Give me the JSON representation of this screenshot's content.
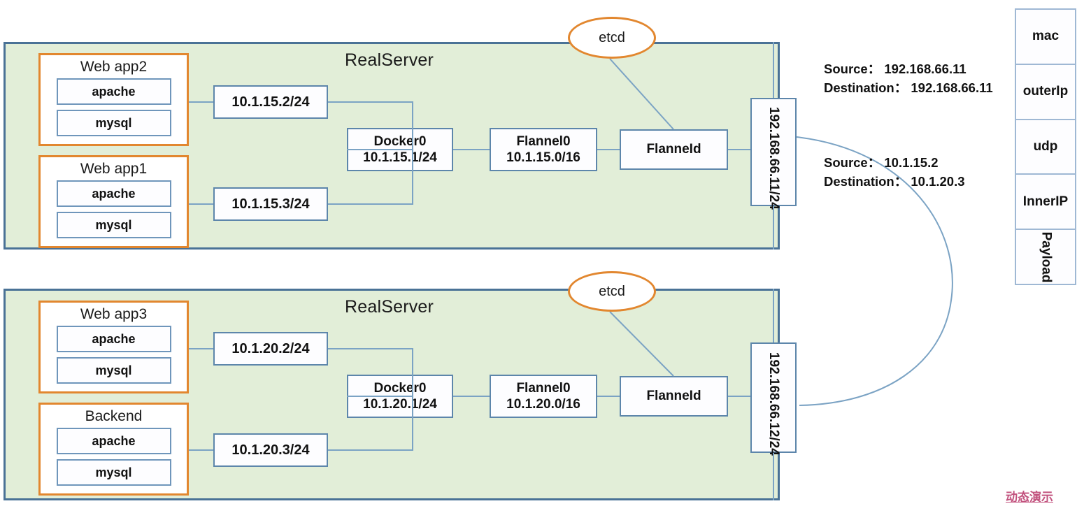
{
  "diagram": {
    "title": "Flannel UDP overlay network between two RealServers",
    "colors": {
      "panel_fill": "#e2eed8",
      "panel_border": "#4a7296",
      "pod_border": "#e2872f",
      "node_border": "#5d86ab",
      "line": "#7ba3c4",
      "watermark": "#c2527e"
    }
  },
  "servers": [
    {
      "id": "server-top",
      "title": "RealServer",
      "pods": [
        {
          "title": "Web app2",
          "services": [
            "apache",
            "mysql"
          ]
        },
        {
          "title": "Web app1",
          "services": [
            "apache",
            "mysql"
          ]
        }
      ],
      "container_ips": [
        "10.1.15.2/24",
        "10.1.15.3/24"
      ],
      "docker": {
        "name": "Docker0",
        "cidr": "10.1.15.1/24"
      },
      "flannel": {
        "name": "Flannel0",
        "cidr": "10.1.15.0/16"
      },
      "flanneld": {
        "name": "FlanneId"
      },
      "host_ip": "192.168.66.11/24",
      "etcd": "etcd"
    },
    {
      "id": "server-bottom",
      "title": "RealServer",
      "pods": [
        {
          "title": "Web app3",
          "services": [
            "apache",
            "mysql"
          ]
        },
        {
          "title": "Backend",
          "services": [
            "apache",
            "mysql"
          ]
        }
      ],
      "container_ips": [
        "10.1.20.2/24",
        "10.1.20.3/24"
      ],
      "docker": {
        "name": "Docker0",
        "cidr": "10.1.20.1/24"
      },
      "flannel": {
        "name": "Flannel0",
        "cidr": "10.1.20.0/16"
      },
      "flanneld": {
        "name": "FlanneId"
      },
      "host_ip": "192.168.66.12/24",
      "etcd": "etcd"
    }
  ],
  "annotations": [
    {
      "id": "outer-header",
      "line1": "Source：  192.168.66.11",
      "line2": "Destination：  192.168.66.11"
    },
    {
      "id": "inner-header",
      "line1": "Source：  10.1.15.2",
      "line2": "Destination：  10.1.20.3"
    }
  ],
  "packet_stack": {
    "name": "udp-encapsulated-packet",
    "layers": [
      "mac",
      "outerIp",
      "udp",
      "InnerIP",
      "Payload"
    ]
  },
  "watermark": "动态演示"
}
